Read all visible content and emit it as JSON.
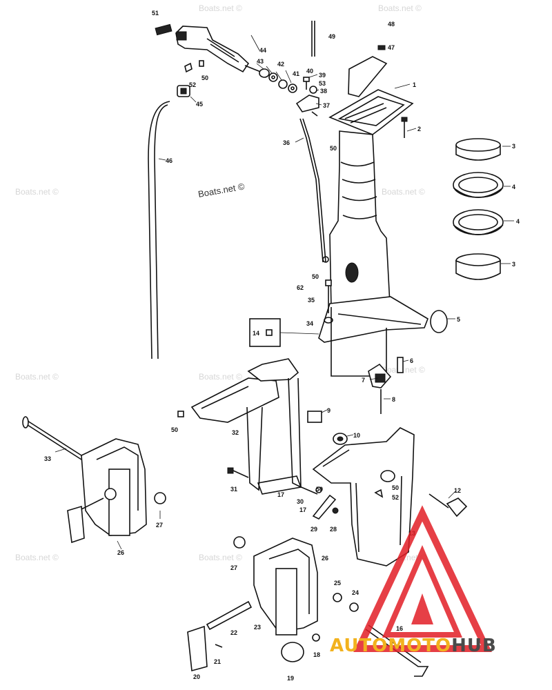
{
  "watermark": {
    "main": "Boats.net ©",
    "repeat": "Boats.net ©"
  },
  "logo": {
    "auto": "AUTO",
    "moto": "MOTO",
    "hub": "HUB",
    "colors": {
      "auto": "#f2b21e",
      "moto": "#f2b21e",
      "hub": "#4a4a4a",
      "triangle": "#e21e26"
    }
  },
  "callouts": {
    "p1": "1",
    "p2": "2",
    "p3a": "3",
    "p3b": "3",
    "p4a": "4",
    "p4b": "4",
    "p5": "5",
    "p6": "6",
    "p7": "7",
    "p8": "8",
    "p9": "9",
    "p10": "10",
    "p12": "12",
    "p13": "13",
    "p14": "14",
    "p16": "16",
    "p17a": "17",
    "p17b": "17",
    "p18": "18",
    "p19": "19",
    "p20": "20",
    "p21": "21",
    "p22": "22",
    "p23": "23",
    "p24": "24",
    "p25": "25",
    "p26a": "26",
    "p26b": "26",
    "p27a": "27",
    "p27b": "27",
    "p28": "28",
    "p29": "29",
    "p30": "30",
    "p31": "31",
    "p32": "32",
    "p33": "33",
    "p34": "34",
    "p35": "35",
    "p36": "36",
    "p37": "37",
    "p38": "38",
    "p39": "39",
    "p40": "40",
    "p41": "41",
    "p42": "42",
    "p43": "43",
    "p44": "44",
    "p45": "45",
    "p46": "46",
    "p47": "47",
    "p48": "48",
    "p49": "49",
    "p50a": "50",
    "p50b": "50",
    "p50c": "50",
    "p50d": "50",
    "p50e": "50",
    "p50f": "50",
    "p51": "51",
    "p52a": "52",
    "p52b": "52",
    "p53": "53",
    "p62": "62"
  }
}
